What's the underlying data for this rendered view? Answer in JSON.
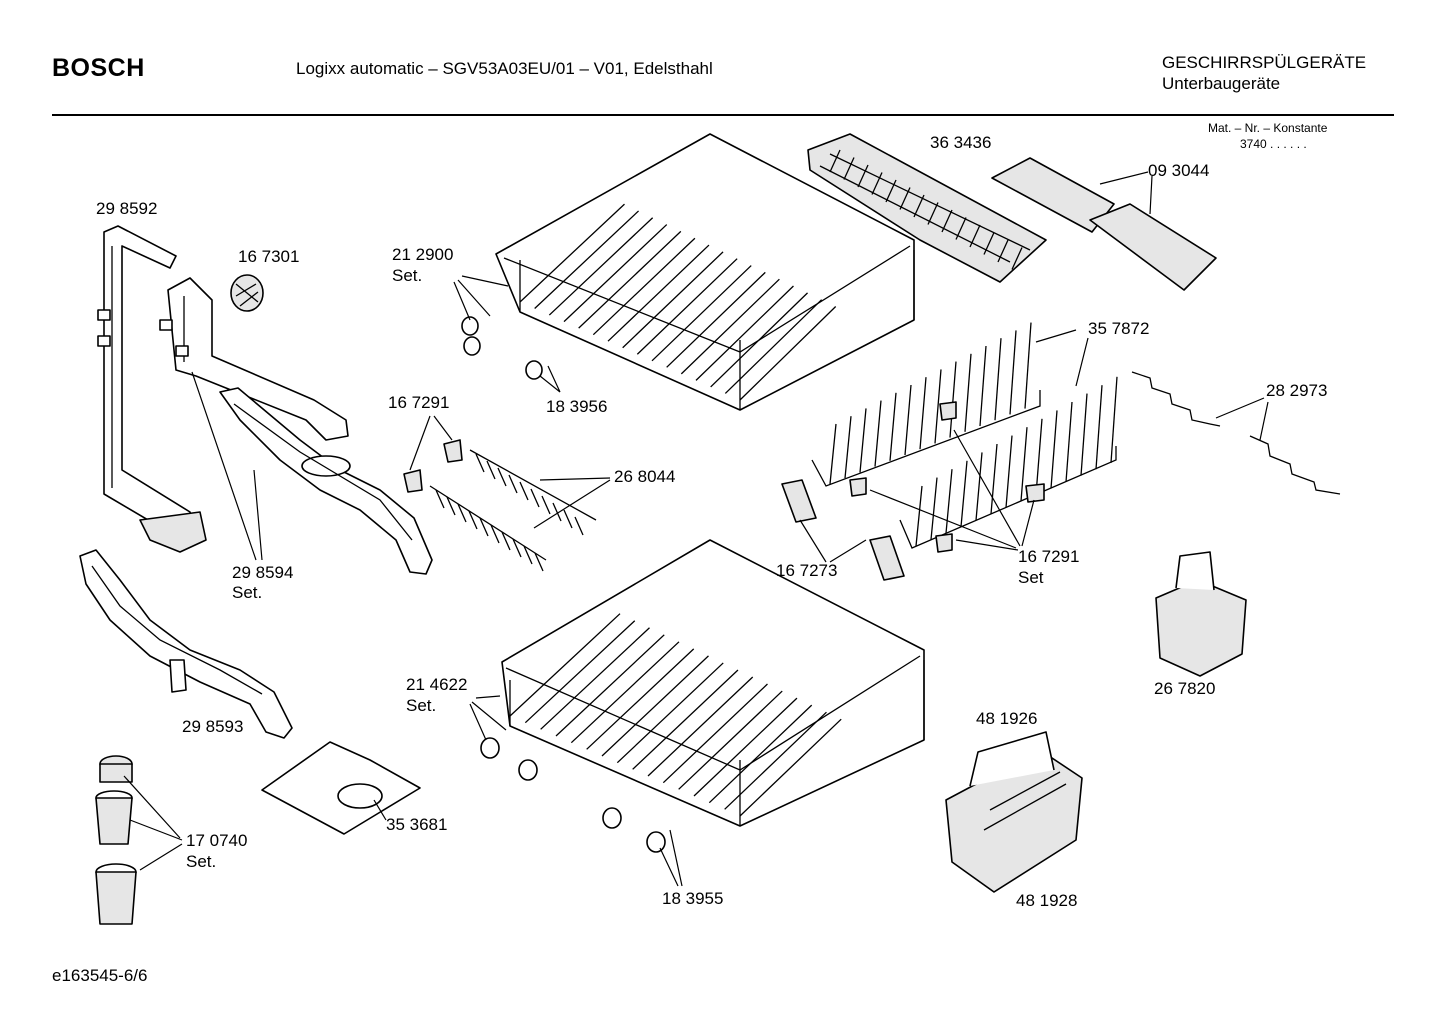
{
  "header": {
    "brand": "BOSCH",
    "model_line": "Logixx automatic – SGV53A03EU/01 – V01, Edelsthahl",
    "category": "GESCHIRRSPÜLGERÄTE",
    "subcategory": "Unterbaugeräte",
    "mat_no_label": "Mat. – Nr. – Konstante",
    "mat_no_value": "3740 . . . . . ."
  },
  "footer": {
    "drawing_id": "e163545-6/6"
  },
  "parts": {
    "p298592": "29 8592",
    "p167301": "16 7301",
    "p212900": "21 2900",
    "p212900_set": "Set.",
    "p183956": "18 3956",
    "p363436": "36 3436",
    "p093044": "09 3044",
    "p357872": "35 7872",
    "p282973": "28 2973",
    "p167291a": "16 7291",
    "p268044": "26 8044",
    "p298594": "29 8594",
    "p298594_set": "Set.",
    "p167273": "16 7273",
    "p167291b": "16 7291",
    "p167291b_set": "Set",
    "p267820": "26 7820",
    "p214622": "21 4622",
    "p214622_set": "Set.",
    "p298593": "29 8593",
    "p481926": "48 1926",
    "p353681": "35 3681",
    "p170740": "17 0740",
    "p170740_set": "Set.",
    "p183955": "18 3955",
    "p481928": "48 1928"
  }
}
